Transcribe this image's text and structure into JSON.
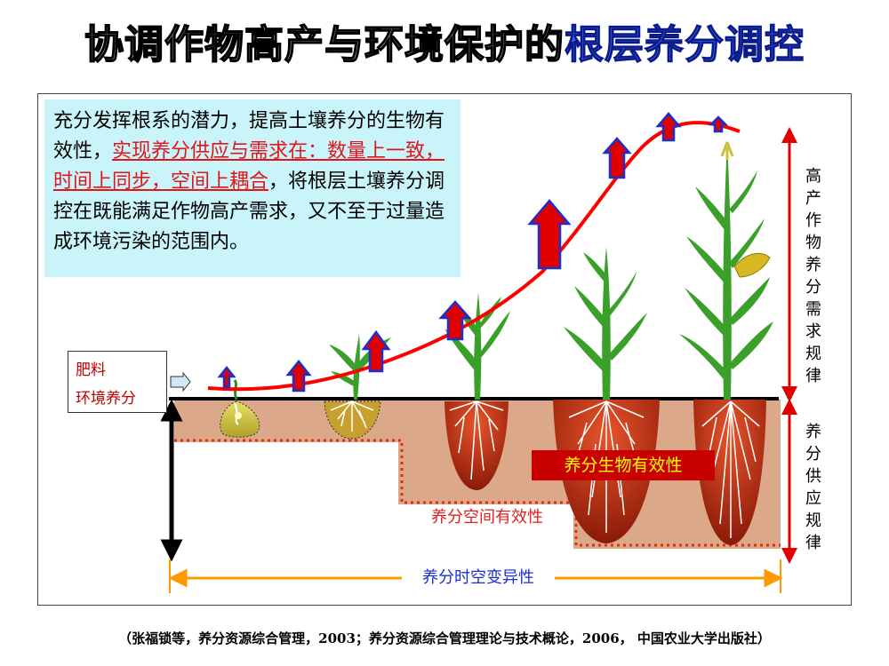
{
  "title": {
    "part1": "协调作物高产与环境保护的",
    "part2": "根层养分调控"
  },
  "intro": {
    "pre": "充分发挥根系的潜力，提高土壤养分的生物有效性，",
    "highlight": "实现养分供应与需求在：数量上一致，时间上同步，空间上耦合",
    "post": "，将根层土壤养分调控在既能满足作物高产需求，又不至于过量造成环境污染的范围内。"
  },
  "inputs": {
    "fertilizer": "肥料",
    "env_nutrient": "环境养分"
  },
  "labels": {
    "bio_effectiveness": "养分生物有效性",
    "spatial_effectiveness": "养分空间有效性",
    "spatiotemporal_variability": "养分时空变异性",
    "demand_rule": "高产作物养分需求规律",
    "supply_rule": "养分供应规律"
  },
  "footer": "（张福锁等，养分资源综合管理，2003；养分资源综合管理理论与技术概论，2006， 中国农业大学出版社）",
  "colors": {
    "title_accent": "#3a5ee8",
    "curve": "#ff0000",
    "arrow_fill": "#e00000",
    "arrow_border": "#1a2fd0",
    "dim_line": "#ff9900",
    "root_zone": "#c8401a",
    "soil": "#d9a98a"
  }
}
